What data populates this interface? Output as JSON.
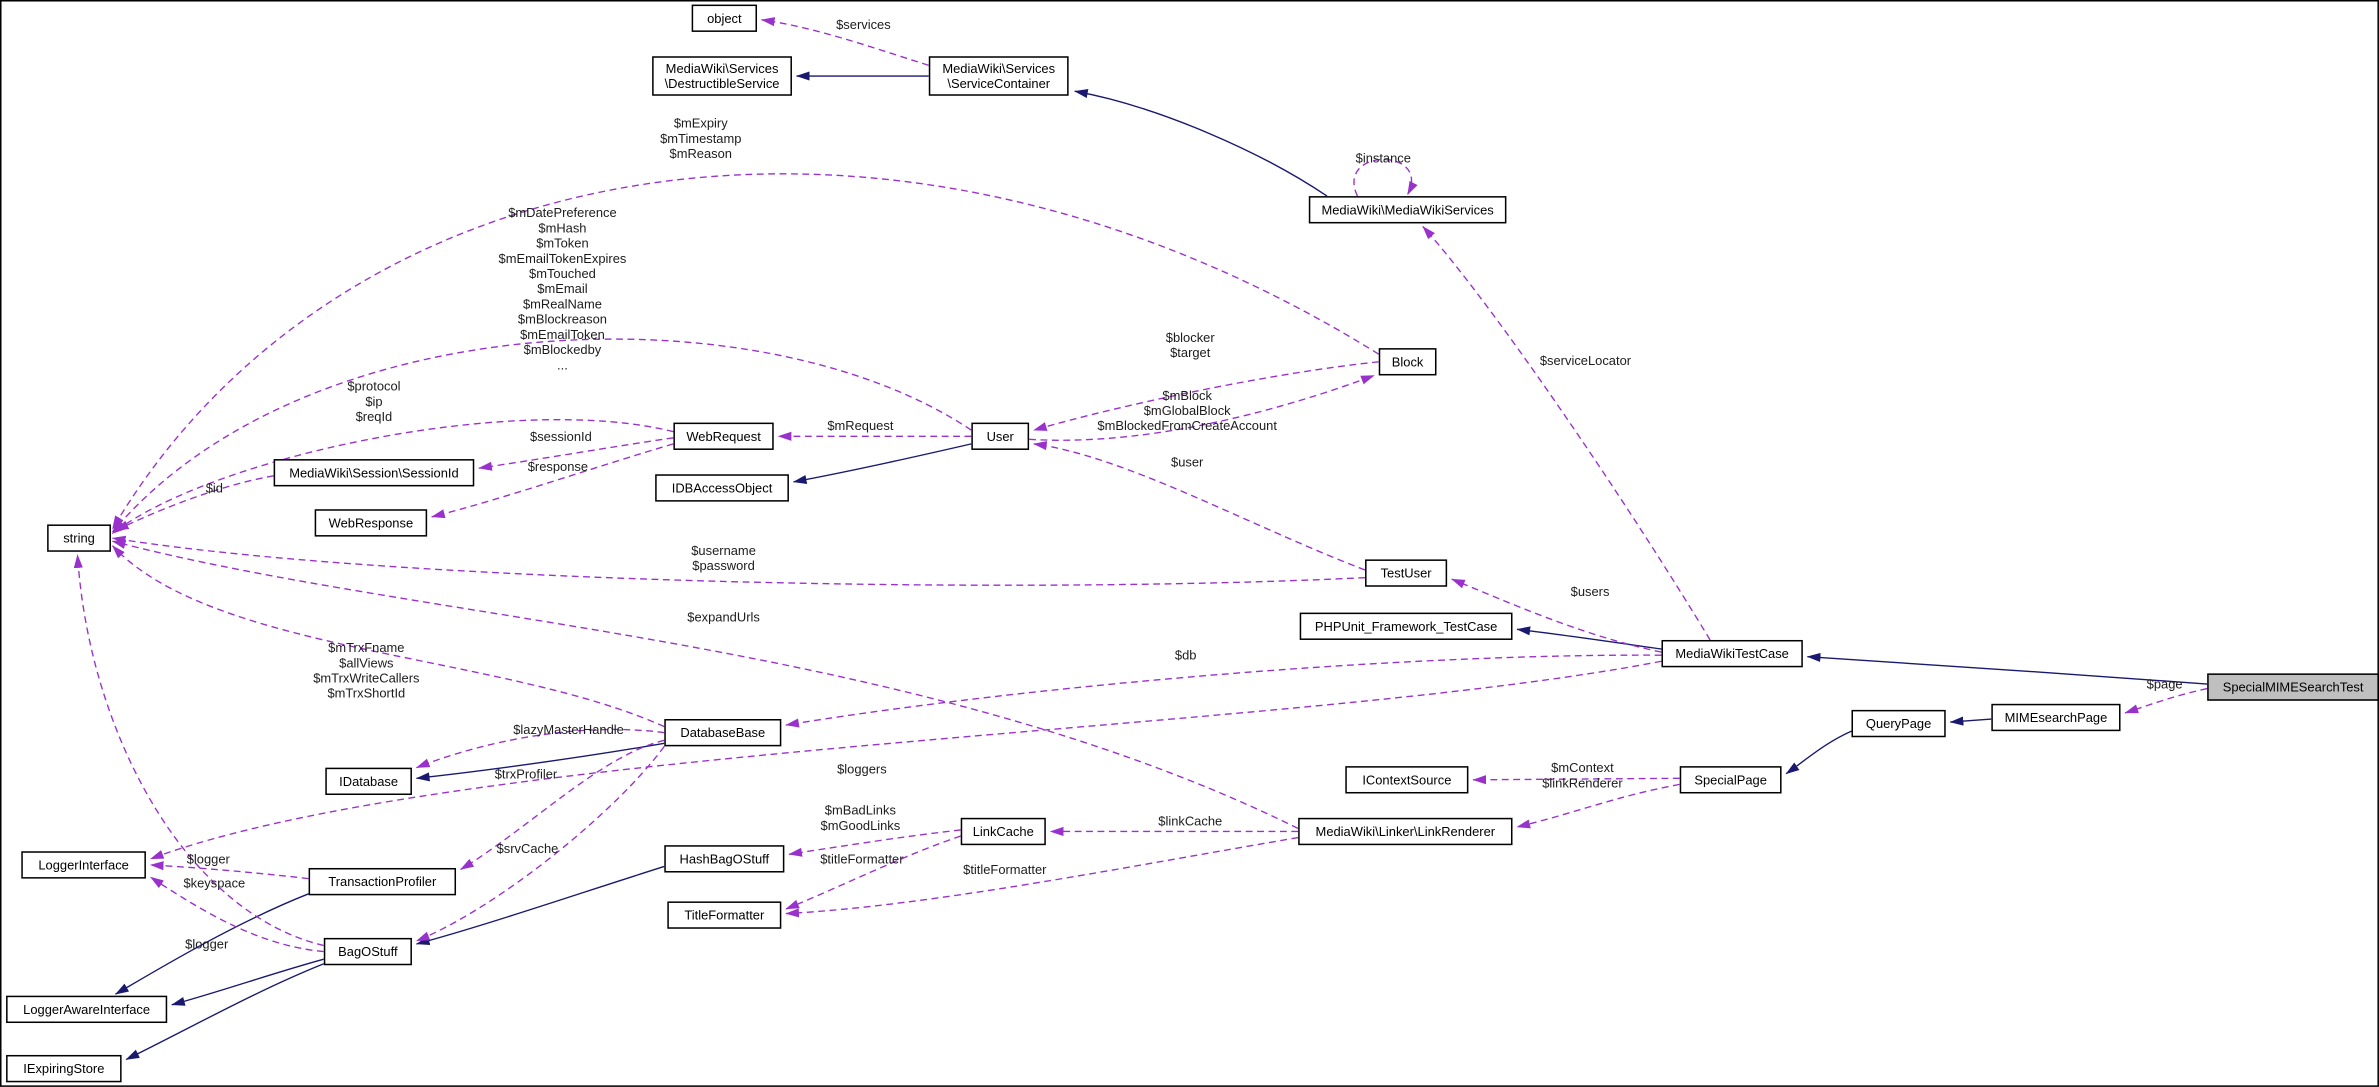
{
  "diagram": {
    "type": "doxygen-collaboration-graph",
    "highlighted_node": "SpecialMIMESearchTest",
    "colors": {
      "inheritance_edge": "#191970",
      "usage_edge": "#9932CC",
      "node_background": "#ffffff",
      "node_border": "#000000",
      "highlight_background": "#bfbfbf"
    },
    "nodes": {
      "object": "object",
      "destructible_service": "MediaWiki\\Services\n\\DestructibleService",
      "service_container": "MediaWiki\\Services\n\\ServiceContainer",
      "mediawiki_services": "MediaWiki\\MediaWikiServices",
      "block": "Block",
      "web_request": "WebRequest",
      "user": "User",
      "idb_access_object": "IDBAccessObject",
      "session_id": "MediaWiki\\Session\\SessionId",
      "web_response": "WebResponse",
      "string": "string",
      "test_user": "TestUser",
      "phpunit": "PHPUnit_Framework_TestCase",
      "mw_test_case": "MediaWikiTestCase",
      "special_mime_search_test": "SpecialMIMESearchTest",
      "mime_search_page": "MIMEsearchPage",
      "query_page": "QueryPage",
      "database_base": "DatabaseBase",
      "idatabase": "IDatabase",
      "icontext_source": "IContextSource",
      "special_page": "SpecialPage",
      "link_cache": "LinkCache",
      "link_renderer": "MediaWiki\\Linker\\LinkRenderer",
      "hash_bag_o_stuff": "HashBagOStuff",
      "title_formatter": "TitleFormatter",
      "logger_interface": "LoggerInterface",
      "transaction_profiler": "TransactionProfiler",
      "bag_o_stuff": "BagOStuff",
      "logger_aware_interface": "LoggerAwareInterface",
      "i_expiring_store": "IExpiringStore"
    },
    "labels": {
      "services": "$services",
      "instance": "$instance",
      "block_string": "$mExpiry\n$mTimestamp\n$mReason",
      "user_string": "$mDatePreference\n$mHash\n$mToken\n$mEmailTokenExpires\n$mTouched\n$mEmail\n$mRealName\n$mBlockreason\n$mEmailToken\n$mBlockedby\n...",
      "blocker": "$blocker\n$target",
      "service_locator": "$serviceLocator",
      "protocol": "$protocol\n$ip\n$reqId",
      "session_id": "$sessionId",
      "m_request": "$mRequest",
      "response": "$response",
      "id": "$id",
      "m_block": "$mBlock\n$mGlobalBlock\n$mBlockedFromCreateAccount",
      "user": "$user",
      "username": "$username\n$password",
      "users": "$users",
      "expand_urls": "$expandUrls",
      "db": "$db",
      "m_trx": "$mTrxFname\n$allViews\n$mTrxWriteCallers\n$mTrxShortId",
      "lazy_master_handle": "$lazyMasterHandle",
      "trx_profiler": "$trxProfiler",
      "loggers": "$loggers",
      "srv_cache": "$srvCache",
      "m_bad_links": "$mBadLinks\n$mGoodLinks",
      "title_formatter_1": "$titleFormatter",
      "title_formatter_2": "$titleFormatter",
      "link_cache": "$linkCache",
      "m_context": "$mContext\n$linkRenderer",
      "logger_1": "$logger",
      "keyspace": "$keyspace",
      "logger_2": "$logger",
      "page": "$page"
    }
  }
}
